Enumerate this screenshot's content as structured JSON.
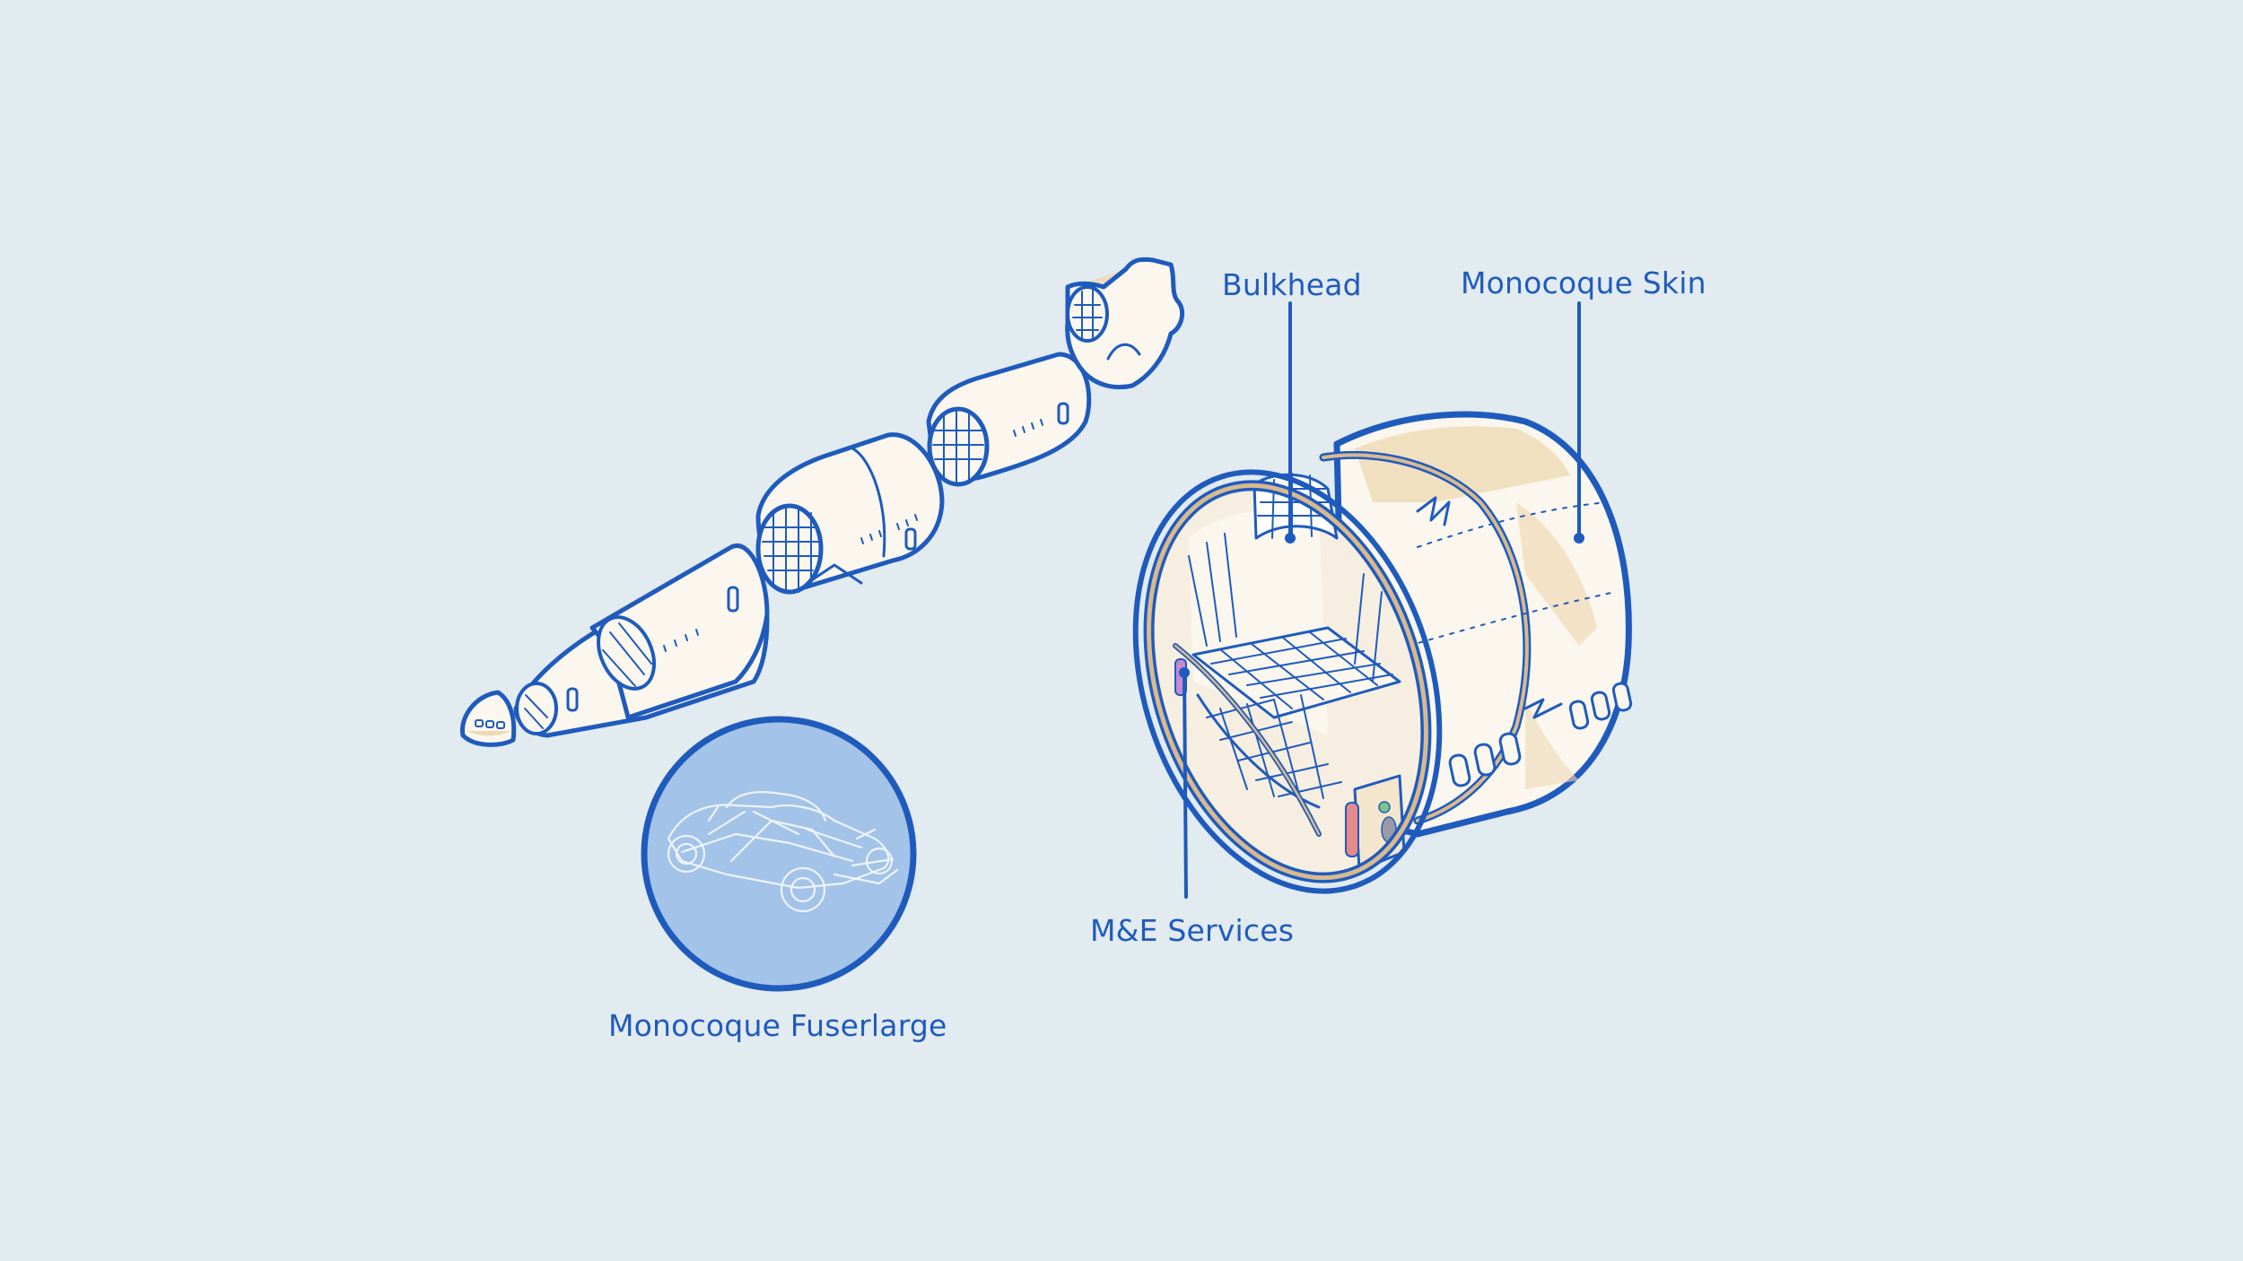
{
  "labels": {
    "bulkhead": "Bulkhead",
    "monocoque_skin": "Monocoque Skin",
    "me_services": "M&E Services",
    "monocoque_fuselage": "Monocoque Fuserlarge"
  },
  "colors": {
    "background": "#e2ebef",
    "outline": "#1f5bbd",
    "shading": "#efd9b4",
    "circle_fill": "#a3c3e8",
    "label_text": "#1f5bbd"
  },
  "icons": [
    "fuselage-nose-icon",
    "fuselage-section-icon",
    "fuselage-tail-icon",
    "car-chassis-icon",
    "fuselage-barrel-icon"
  ]
}
